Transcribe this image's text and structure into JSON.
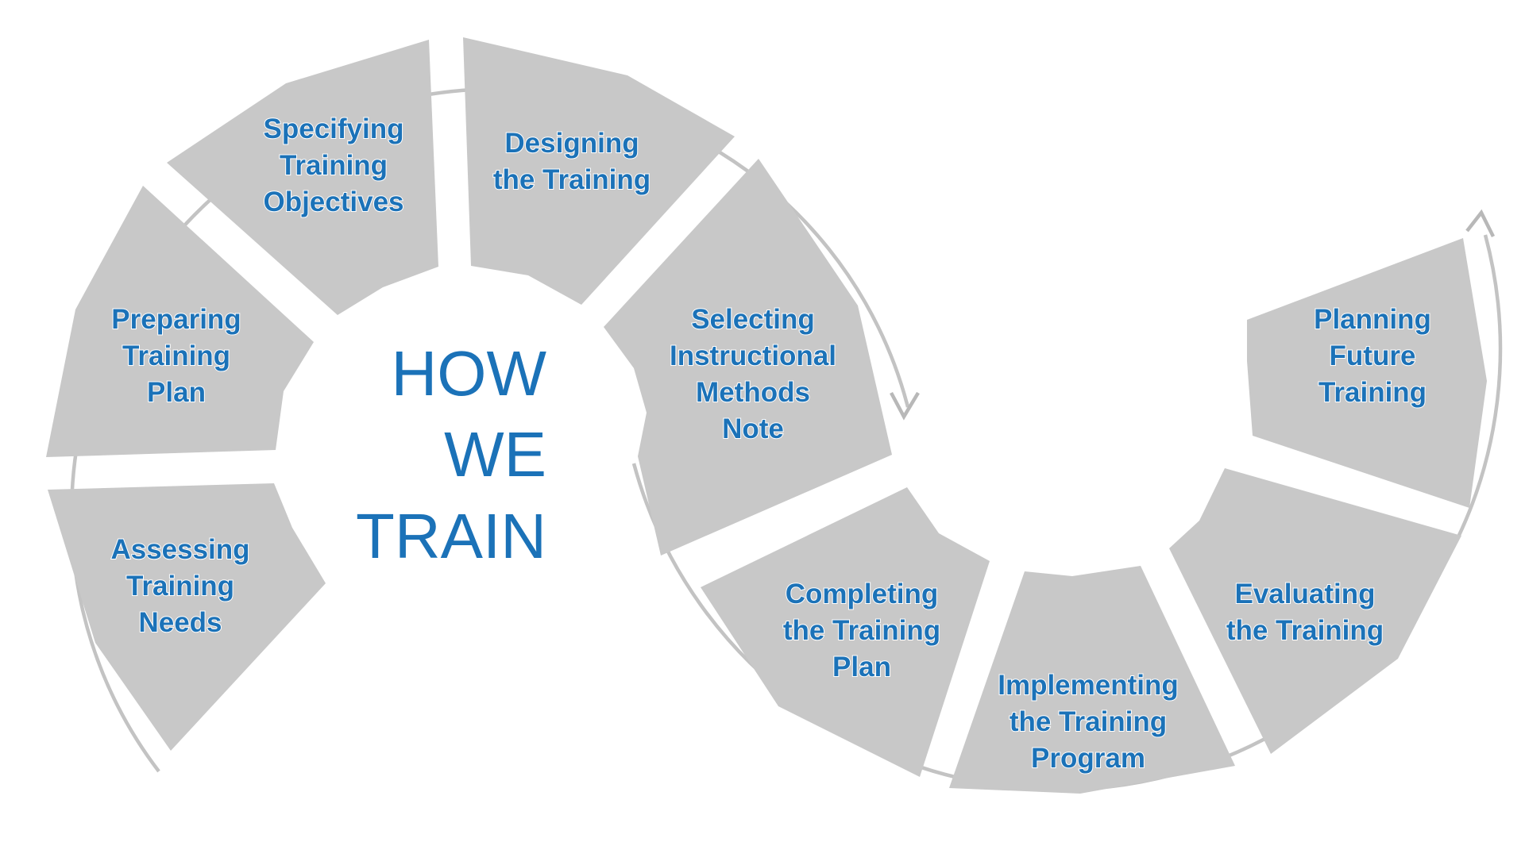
{
  "title": {
    "lines": [
      "HOW",
      "WE",
      "TRAIN"
    ]
  },
  "stages": [
    {
      "lines": [
        "Assessing",
        "Training",
        "Needs"
      ]
    },
    {
      "lines": [
        "Preparing",
        "Training",
        "Plan"
      ]
    },
    {
      "lines": [
        "Specifying",
        "Training",
        "Objectives"
      ]
    },
    {
      "lines": [
        "Designing",
        "the Training"
      ]
    },
    {
      "lines": [
        "Selecting",
        "Instructional",
        "Methods",
        "Note"
      ]
    },
    {
      "lines": [
        "Completing",
        "the Training",
        "Plan"
      ]
    },
    {
      "lines": [
        "Implementing",
        "the Training",
        "Program"
      ]
    },
    {
      "lines": [
        "Evaluating",
        "the Training"
      ]
    },
    {
      "lines": [
        "Planning",
        "Future",
        "Training"
      ]
    }
  ],
  "colors": {
    "label": "#1b72b8",
    "segment": "#c8c8c8",
    "arrow": "#c3c3c3"
  }
}
